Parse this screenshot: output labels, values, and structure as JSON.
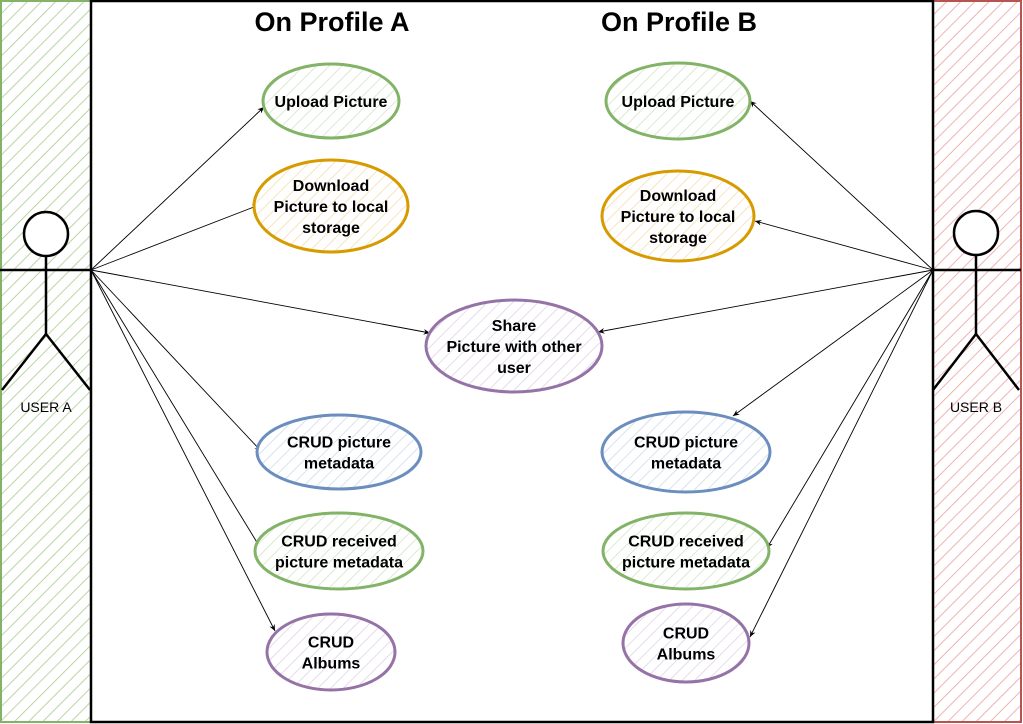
{
  "profiles": {
    "a_title": "On Profile A",
    "b_title": "On Profile B"
  },
  "actors": {
    "a": {
      "label": "USER A",
      "color": "#82b366"
    },
    "b": {
      "label": "USER B",
      "color": "#b85450"
    }
  },
  "colors": {
    "green": "#82b366",
    "orange": "#d79b00",
    "purple": "#9673a6",
    "blue": "#6c8ebf"
  },
  "use_cases": {
    "a_upload": [
      "Upload Picture"
    ],
    "a_download": [
      "Download",
      "Picture to local",
      "storage"
    ],
    "share": [
      "Share",
      "Picture with other",
      "user"
    ],
    "a_crud_meta": [
      "CRUD picture",
      "metadata"
    ],
    "a_crud_recv": [
      "CRUD received",
      "picture metadata"
    ],
    "a_crud_albums": [
      "CRUD",
      "Albums"
    ],
    "b_upload": [
      "Upload Picture"
    ],
    "b_download": [
      "Download",
      "Picture to local",
      "storage"
    ],
    "b_crud_meta": [
      "CRUD picture",
      "metadata"
    ],
    "b_crud_recv": [
      "CRUD received",
      "picture metadata"
    ],
    "b_crud_albums": [
      "CRUD",
      "Albums"
    ]
  }
}
